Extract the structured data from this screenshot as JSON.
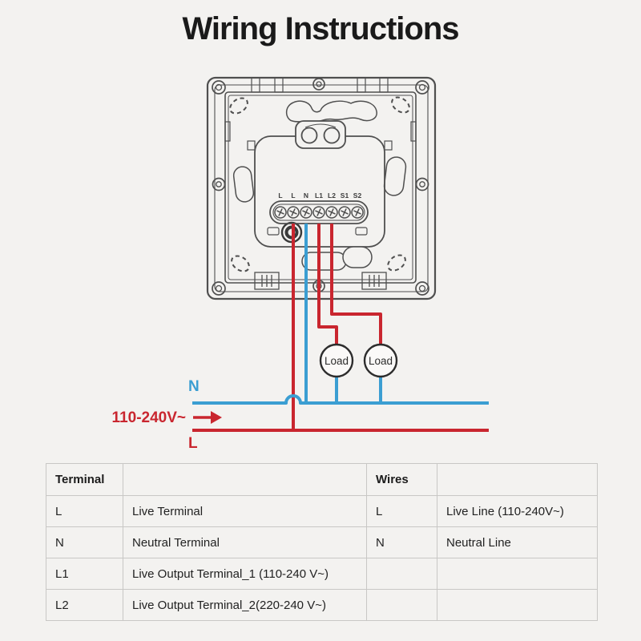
{
  "title": "Wiring Instructions",
  "colors": {
    "red": "#c9262f",
    "blue": "#3b9ed2",
    "outline": "#4f4f4f",
    "background": "#f3f2f0",
    "table_border": "#c8c7c5",
    "text": "#222222"
  },
  "device": {
    "terminal_labels": [
      "L",
      "L",
      "N",
      "L1",
      "L2",
      "S1",
      "S2"
    ]
  },
  "wiring": {
    "neutral_label": "N",
    "live_label": "L",
    "voltage_label": "110-240V~",
    "loads": [
      "Load",
      "Load"
    ]
  },
  "table": {
    "col1_header": "Terminal",
    "col2_header": "",
    "col3_header": "Wires",
    "col4_header": "",
    "rows": [
      {
        "terminal": "L",
        "terminal_desc": "Live Terminal",
        "wire": "L",
        "wire_desc": "Live Line (110-240V~)"
      },
      {
        "terminal": "N",
        "terminal_desc": "Neutral Terminal",
        "wire": "N",
        "wire_desc": "Neutral Line"
      },
      {
        "terminal": "L1",
        "terminal_desc": "Live Output Terminal_1 (110-240 V~)",
        "wire": "",
        "wire_desc": ""
      },
      {
        "terminal": "L2",
        "terminal_desc": "Live Output Terminal_2(220-240 V~)",
        "wire": "",
        "wire_desc": ""
      }
    ]
  }
}
